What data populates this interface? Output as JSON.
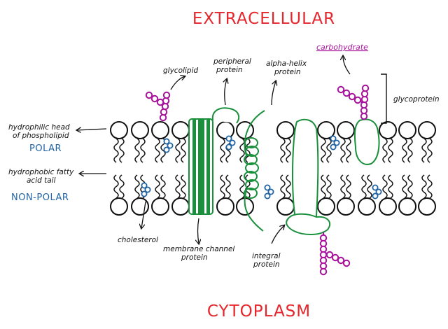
{
  "regions": {
    "top": "EXTRACELLULAR",
    "bottom": "CYTOPLASM"
  },
  "labels": {
    "glycolipid": "glycolipid",
    "peripheral_protein": [
      "peripheral",
      "protein"
    ],
    "alpha_helix_protein": [
      "alpha-helix",
      "protein"
    ],
    "carbohydrate": "carbohydrate",
    "glycoprotein": "glycoprotein",
    "hydrophilic_head": [
      "hydrophilic head",
      "of phospholipid"
    ],
    "polar": "POLAR",
    "hydrophobic_tail": [
      "hydrophobic fatty",
      "acid tail"
    ],
    "non_polar": "NON-POLAR",
    "cholesterol": "cholesterol",
    "membrane_channel_protein": [
      "membrane channel",
      "protein"
    ],
    "integral_protein": [
      "integral",
      "protein"
    ]
  },
  "colors": {
    "region_text": "#e5262c",
    "protein": "#1a8f3c",
    "carbohydrate": "#a6119a",
    "cholesterol": "#1f63a5",
    "outline": "#111111"
  }
}
